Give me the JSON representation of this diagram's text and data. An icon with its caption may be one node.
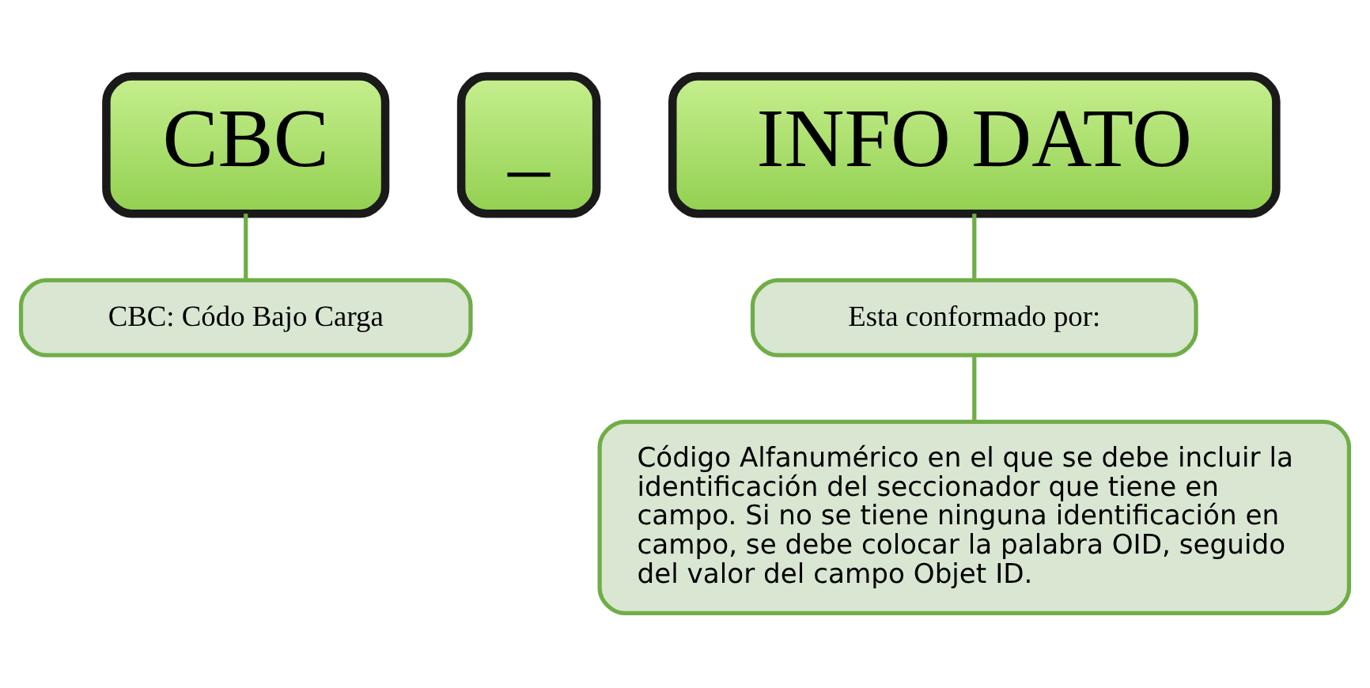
{
  "diagram": {
    "nodes": [
      {
        "text": [
          "CBC"
        ]
      },
      {
        "text": [
          "_"
        ]
      },
      {
        "text": [
          "INFO DATO"
        ]
      },
      {
        "text": [
          "CBC: Códo Bajo Carga"
        ]
      },
      {
        "text": [
          "Esta conformado por:"
        ]
      },
      {
        "text": [
          "Código Alfanumérico en el que se debe incluir la identificación del seccionador que tiene en campo. Si no se tiene ninguna identificación en campo, se debe colocar la palabra OID, seguido del valor del campo Objet ID."
        ]
      }
    ],
    "edges": [
      {
        "from": 0,
        "to": 3,
        "arrow": "none"
      },
      {
        "from": 2,
        "to": 4,
        "arrow": "none"
      },
      {
        "from": 4,
        "to": 5,
        "arrow": "none"
      }
    ]
  }
}
